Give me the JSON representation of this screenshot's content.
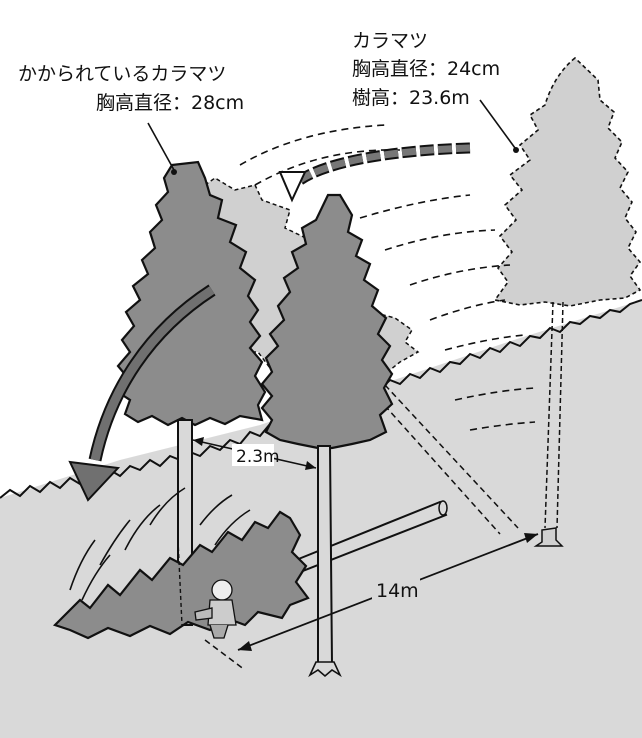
{
  "labels": {
    "hung_tree_title": "かかられているカラマツ",
    "hung_tree_dbh": "胸高直径：28cm",
    "felled_tree_title": "カラマツ",
    "felled_tree_dbh": "胸高直径：24cm",
    "felled_tree_height": "樹高：23.6m",
    "spacing": "2.3m",
    "distance": "14m"
  },
  "colors": {
    "background": "#ffffff",
    "ground": "#d9d9d9",
    "tree_dark": "#8c8c8c",
    "tree_light": "#d0d0d0",
    "arrow": "#707070",
    "outline": "#111111"
  }
}
